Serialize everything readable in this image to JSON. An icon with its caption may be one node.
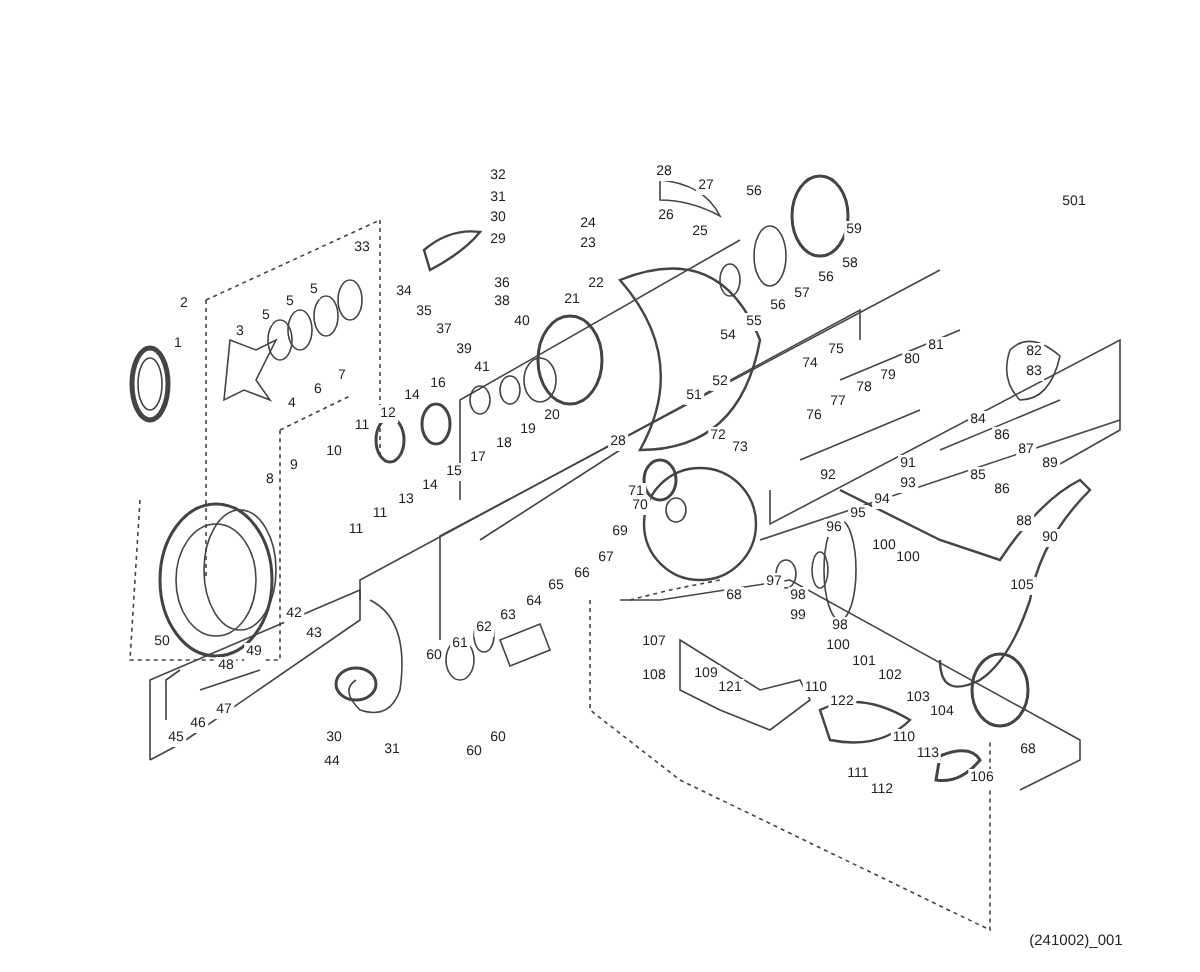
{
  "diagram": {
    "labels": [
      "32",
      "28",
      "27",
      "56",
      "31",
      "501",
      "26",
      "30",
      "24",
      "59",
      "25",
      "29",
      "23",
      "33",
      "58",
      "56",
      "36",
      "22",
      "5",
      "34",
      "21",
      "5",
      "38",
      "57",
      "2",
      "56",
      "35",
      "5",
      "40",
      "55",
      "37",
      "3",
      "54",
      "81",
      "39",
      "75",
      "82",
      "80",
      "74",
      "1",
      "41",
      "83",
      "7",
      "79",
      "52",
      "16",
      "78",
      "6",
      "14",
      "51",
      "77",
      "4",
      "12",
      "76",
      "20",
      "84",
      "11",
      "19",
      "72",
      "86",
      "28",
      "18",
      "73",
      "87",
      "10",
      "17",
      "89",
      "91",
      "9",
      "15",
      "85",
      "92",
      "8",
      "93",
      "14",
      "86",
      "71",
      "13",
      "94",
      "70",
      "11",
      "95",
      "88",
      "96",
      "11",
      "69",
      "90",
      "100",
      "67",
      "100",
      "66",
      "97",
      "65",
      "105",
      "68",
      "98",
      "64",
      "42",
      "63",
      "99",
      "98",
      "62",
      "43",
      "50",
      "107",
      "61",
      "100",
      "49",
      "60",
      "101",
      "48",
      "108",
      "109",
      "102",
      "121",
      "110",
      "103",
      "122",
      "47",
      "104",
      "46",
      "30",
      "60",
      "45",
      "110",
      "31",
      "68",
      "113",
      "60",
      "44",
      "111",
      "106",
      "112",
      "(241002)_001"
    ]
  }
}
